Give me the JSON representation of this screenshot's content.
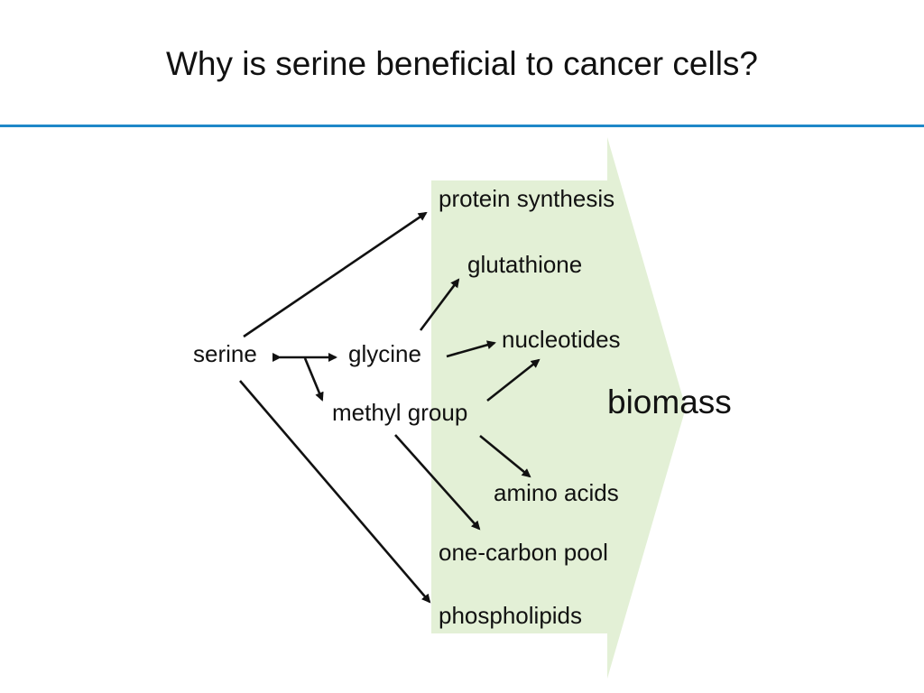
{
  "title": "Why is serine beneficial to cancer cells?",
  "colors": {
    "accent_rule": "#1e88c8",
    "biomass_arrow_fill": "#e3f0d6",
    "text": "#111111",
    "arrow": "#111111"
  },
  "nodes": {
    "serine": "serine",
    "glycine": "glycine",
    "methyl_group": "methyl group",
    "protein_synthesis": "protein synthesis",
    "glutathione": "glutathione",
    "nucleotides": "nucleotides",
    "amino_acids": "amino acids",
    "one_carbon_pool": "one-carbon pool",
    "phospholipids": "phospholipids",
    "biomass": "biomass"
  },
  "edges": [
    {
      "from": "serine",
      "to": "protein_synthesis"
    },
    {
      "from": "serine",
      "to": "phospholipids"
    },
    {
      "from": "serine",
      "to": "glycine",
      "bidirectional": true
    },
    {
      "from": "serine",
      "to": "methyl_group"
    },
    {
      "from": "glycine",
      "to": "glutathione"
    },
    {
      "from": "glycine",
      "to": "nucleotides"
    },
    {
      "from": "methyl_group",
      "to": "nucleotides"
    },
    {
      "from": "methyl_group",
      "to": "amino_acids"
    },
    {
      "from": "methyl_group",
      "to": "one_carbon_pool"
    }
  ]
}
